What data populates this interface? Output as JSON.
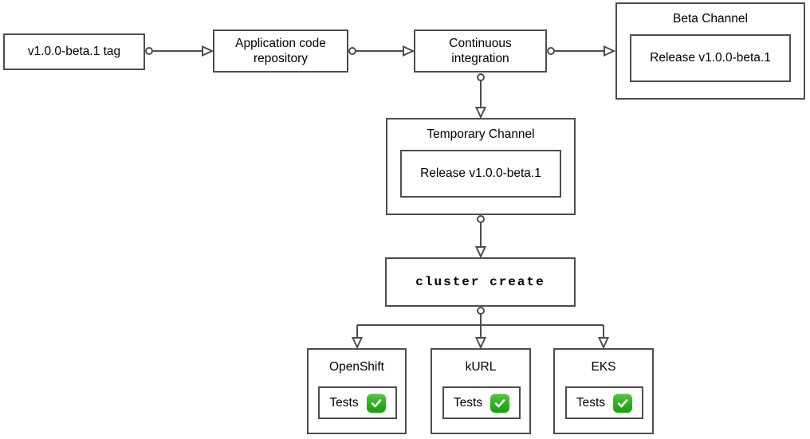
{
  "colors": {
    "border": "#4d4d4d",
    "connector": "#4d4d4d",
    "text": "#000000",
    "background": "#ffffff",
    "check_green": "#2eb020",
    "check_mark_color": "#ffffff"
  },
  "nodes": {
    "tag": {
      "label": "v1.0.0-beta.1 tag"
    },
    "repo": {
      "label": "Application code repository"
    },
    "ci": {
      "label": "Continuous integration"
    },
    "beta_channel": {
      "title": "Beta Channel",
      "release_label": "Release v1.0.0-beta.1"
    },
    "temp_channel": {
      "title": "Temporary Channel",
      "release_label": "Release v1.0.0-beta.1"
    },
    "cluster_create": {
      "label": "cluster create"
    },
    "platforms": [
      {
        "title": "OpenShift",
        "tests_label": "Tests",
        "status_icon": "check-mark-button",
        "status": "pass"
      },
      {
        "title": "kURL",
        "tests_label": "Tests",
        "status_icon": "check-mark-button",
        "status": "pass"
      },
      {
        "title": "EKS",
        "tests_label": "Tests",
        "status_icon": "check-mark-button",
        "status": "pass"
      }
    ]
  }
}
